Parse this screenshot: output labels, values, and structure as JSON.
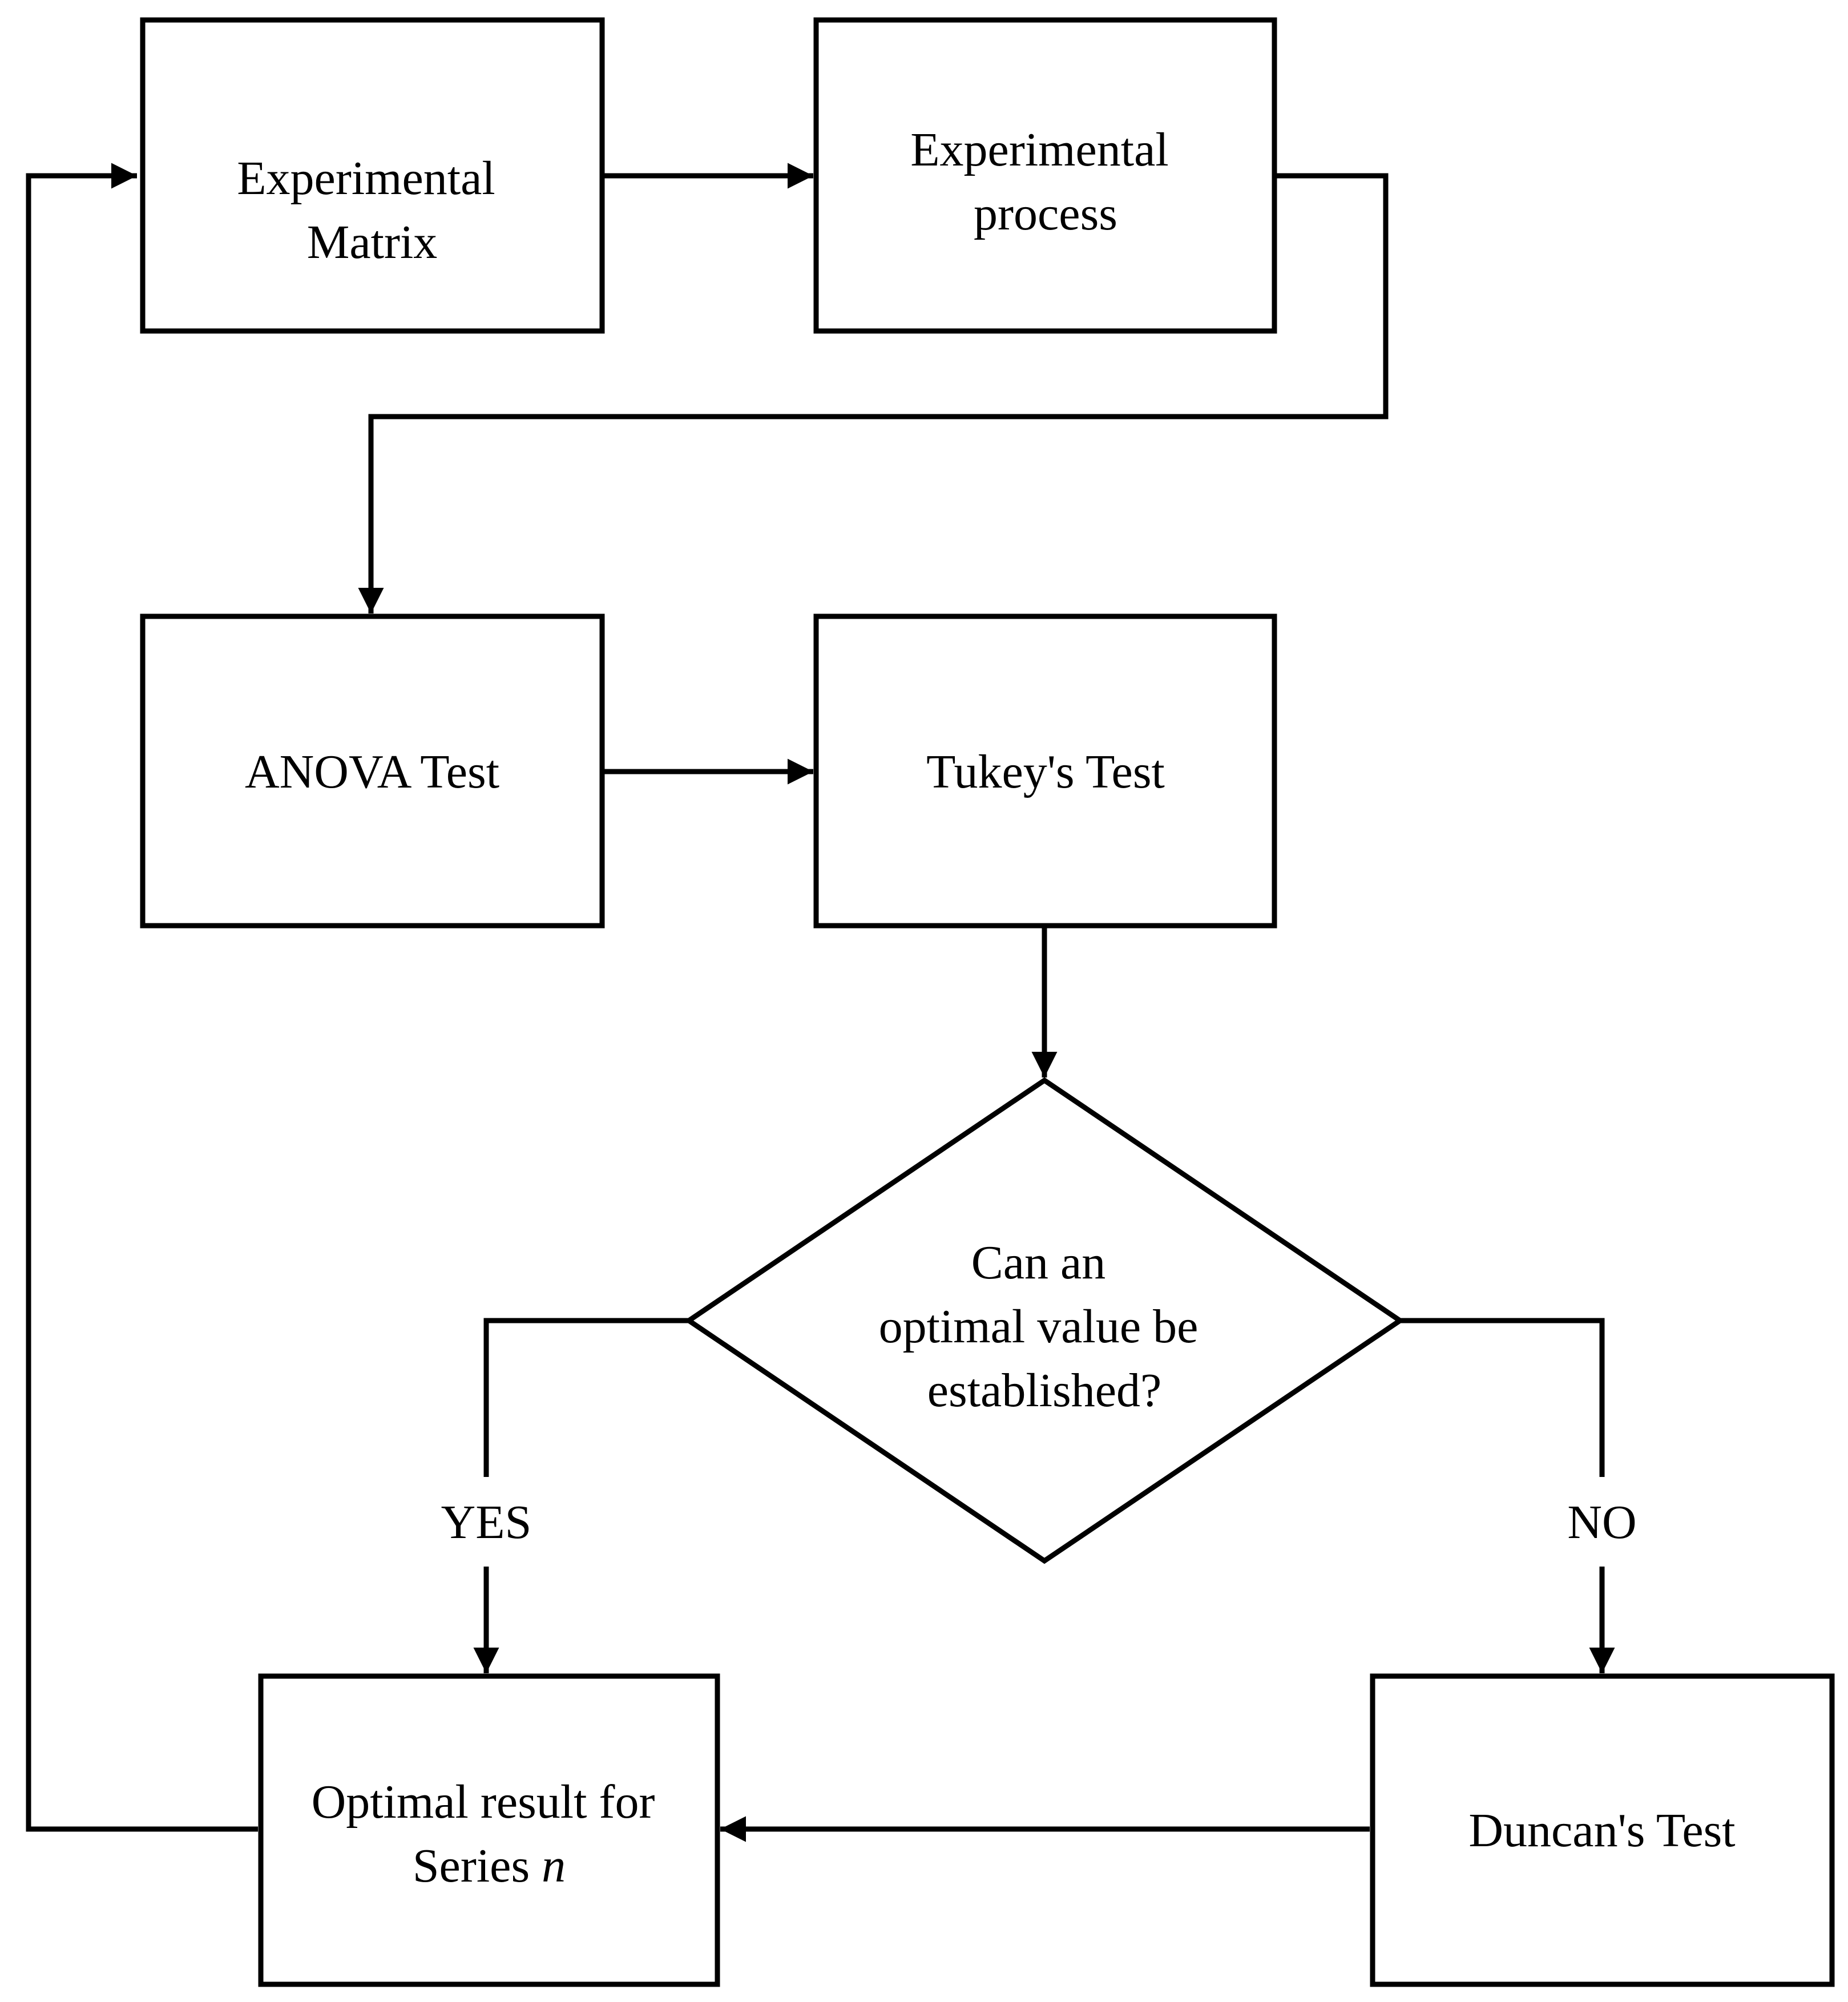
{
  "nodes": {
    "experimental_matrix": {
      "line1": "Experimental",
      "line2": "Matrix"
    },
    "experimental_process": {
      "line1": "Experimental",
      "line2": "process"
    },
    "anova_test": {
      "label": "ANOVA Test"
    },
    "tukeys_test": {
      "label": "Tukey's Test"
    },
    "decision": {
      "line1": "Can an",
      "line2": "optimal value be",
      "line3": "established?"
    },
    "optimal_result": {
      "line1": "Optimal result for",
      "line2_prefix": "Series ",
      "line2_var": "n"
    },
    "duncans_test": {
      "label": "Duncan's Test"
    }
  },
  "edges": {
    "yes_label": "YES",
    "no_label": "NO"
  },
  "colors": {
    "stroke": "#000000",
    "background": "#ffffff"
  }
}
